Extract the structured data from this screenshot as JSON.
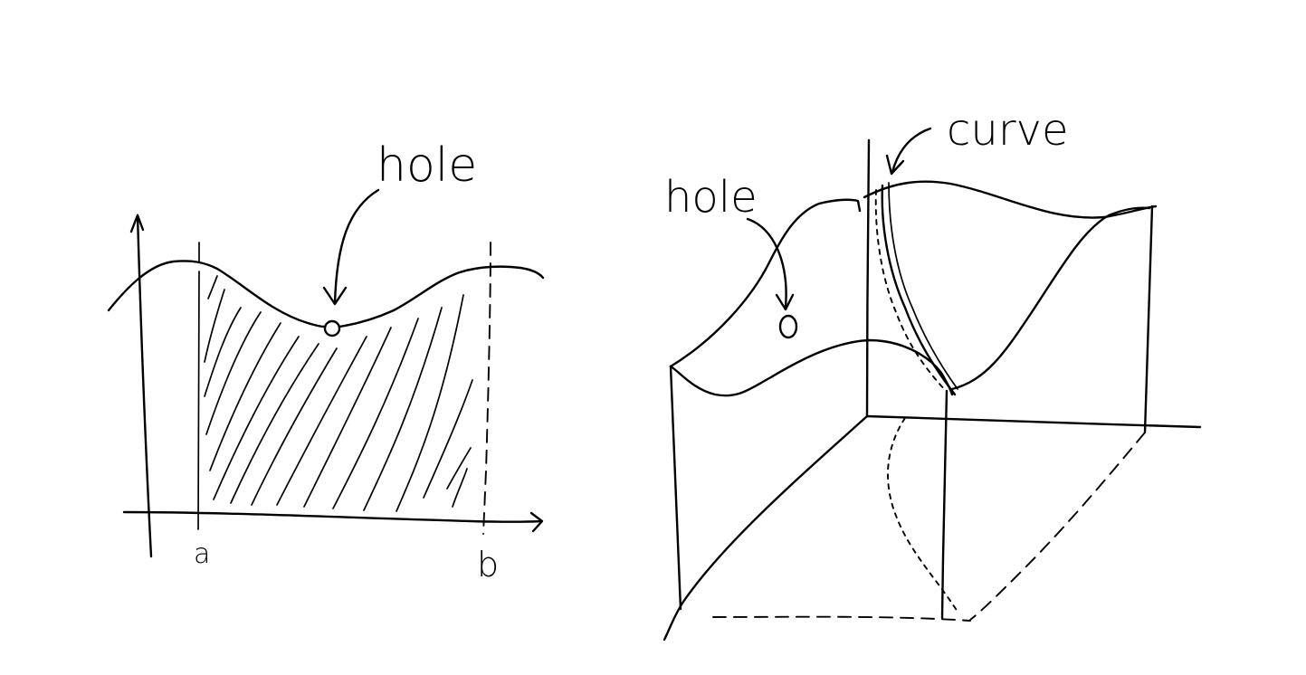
{
  "left_sketch": {
    "hole_label": "hole",
    "a_label": "a",
    "b_label": "b"
  },
  "right_sketch": {
    "hole_label": "hole",
    "curve_label": "curve"
  },
  "ink_color": "#000000"
}
